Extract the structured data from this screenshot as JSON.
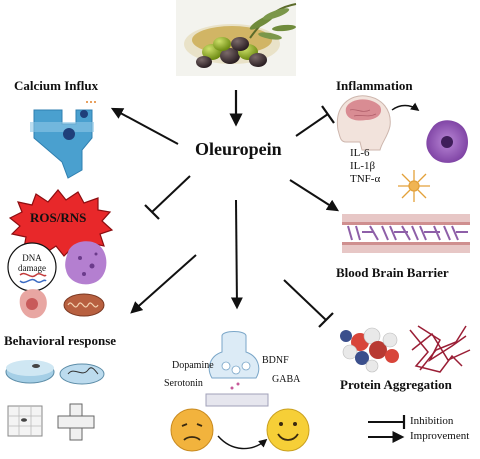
{
  "center": {
    "title": "Oleuropein"
  },
  "nodes": {
    "calcium_influx": "Calcium Influx",
    "inflammation": "Inflammation",
    "ros_rns": "ROS/RNS",
    "dna_damage": "DNA damage",
    "blood_brain_barrier": "Blood Brain Barrier",
    "behavioral_response": "Behavioral response",
    "protein_aggregation": "Protein Aggregation"
  },
  "cytokines": [
    "IL-6",
    "IL-1β",
    "TNF-α"
  ],
  "neurotransmitters": {
    "dopamine": "Dopamine",
    "serotonin": "Serotonin",
    "bdnf": "BDNF",
    "gaba": "GABA"
  },
  "legend": {
    "inhibition": "Inhibition",
    "improvement": "Improvement"
  },
  "colors": {
    "ros_burst": "#e8282a",
    "bbb_purple": "#8e5fa8",
    "olive": "#7a9a1a",
    "membrane_blue": "#4aa0cf",
    "sad_face": "#f2b33d"
  }
}
